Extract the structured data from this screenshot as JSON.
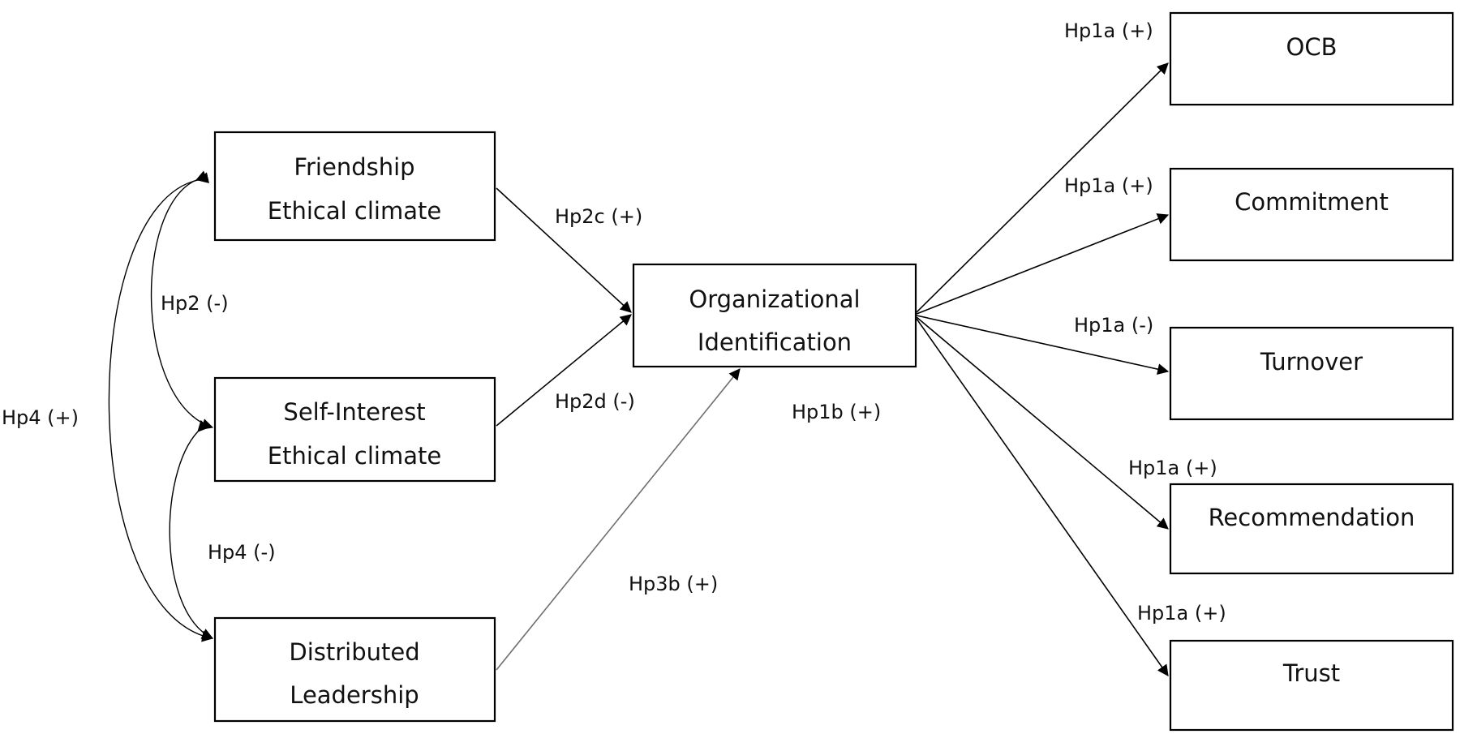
{
  "nodes": {
    "friendship": {
      "line1": "Friendship",
      "line2": "Ethical climate"
    },
    "self_interest": {
      "line1": "Self-Interest",
      "line2": "Ethical climate"
    },
    "distributed": {
      "line1": "Distributed",
      "line2": "Leadership"
    },
    "org_identification": {
      "line1": "Organizational",
      "line2": "Identification"
    },
    "ocb": {
      "label": "OCB"
    },
    "commitment": {
      "label": "Commitment"
    },
    "turnover": {
      "label": "Turnover"
    },
    "recommendation": {
      "label": "Recommendation"
    },
    "trust": {
      "label": "Trust"
    }
  },
  "edges": {
    "hp2c": "Hp2c (+)",
    "hp2d": "Hp2d (-)",
    "hp3b": "Hp3b (+)",
    "hp1b": "Hp1b (+)",
    "hp1a_ocb": "Hp1a (+)",
    "hp1a_commitment": "Hp1a (+)",
    "hp1a_turnover": "Hp1a (-)",
    "hp1a_recommendation": "Hp1a (+)",
    "hp1a_trust": "Hp1a (+)",
    "hp2": "Hp2 (-)",
    "hp4_neg": "Hp4 (-)",
    "hp4_pos": "Hp4 (+)"
  }
}
